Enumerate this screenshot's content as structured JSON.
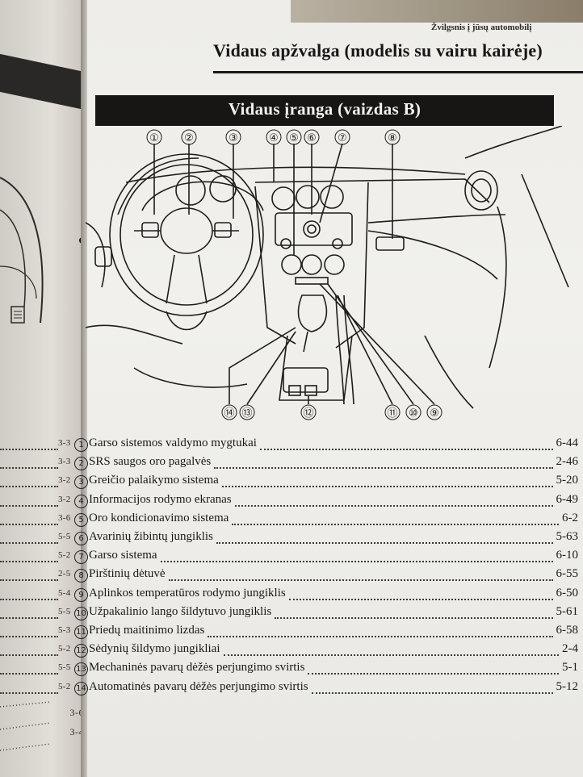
{
  "header": {
    "breadcrumb": "Žvilgsnis į jūsų automobilį",
    "title": "Vidaus apžvalga (modelis su vairu kairėje)"
  },
  "section": {
    "title": "Vidaus įranga (vaizdas B)"
  },
  "callouts": {
    "top": [
      "①",
      "②",
      "③",
      "④",
      "⑤",
      "⑥",
      "⑦",
      "⑧"
    ],
    "bottom": [
      "⑭",
      "⑬",
      "⑫",
      "⑪",
      "⑩",
      "⑨"
    ]
  },
  "items": [
    {
      "num": "1",
      "label": "Garso sistemos valdymo mygtukai",
      "page": "6-44",
      "left_ref": "3-3"
    },
    {
      "num": "2",
      "label": "SRS saugos oro pagalvės",
      "page": "2-46",
      "left_ref": "3-3"
    },
    {
      "num": "3",
      "label": "Greičio palaikymo sistema",
      "page": "5-20",
      "left_ref": "3-2"
    },
    {
      "num": "4",
      "label": "Informacijos rodymo ekranas",
      "page": "6-49",
      "left_ref": "3-2"
    },
    {
      "num": "5",
      "label": "Oro kondicionavimo sistema",
      "page": "6-2",
      "left_ref": "3-6"
    },
    {
      "num": "6",
      "label": "Avarinių žibintų jungiklis",
      "page": "5-63",
      "left_ref": "5-5"
    },
    {
      "num": "7",
      "label": "Garso sistema",
      "page": "6-10",
      "left_ref": "5-2"
    },
    {
      "num": "8",
      "label": "Pirštinių dėtuvė",
      "page": "6-55",
      "left_ref": "2-5"
    },
    {
      "num": "9",
      "label": "Aplinkos temperatūros rodymo jungiklis",
      "page": "6-50",
      "left_ref": "5-4"
    },
    {
      "num": "10",
      "label": "Užpakalinio lango šildytuvo jungiklis",
      "page": "5-61",
      "left_ref": "5-5"
    },
    {
      "num": "11",
      "label": "Priedų maitinimo lizdas",
      "page": "6-58",
      "left_ref": "5-3"
    },
    {
      "num": "12",
      "label": "Sėdynių šildymo jungikliai",
      "page": "2-4",
      "left_ref": "5-2"
    },
    {
      "num": "13",
      "label": "Mechaninės pavarų dėžės perjungimo svirtis",
      "page": "5-1",
      "left_ref": "5-5"
    },
    {
      "num": "14",
      "label": "Automatinės pavarų dėžės perjungimo svirtis",
      "page": "5-12",
      "left_ref": "5-2"
    }
  ],
  "left_page_refs": [
    "3-6",
    "3-4"
  ]
}
